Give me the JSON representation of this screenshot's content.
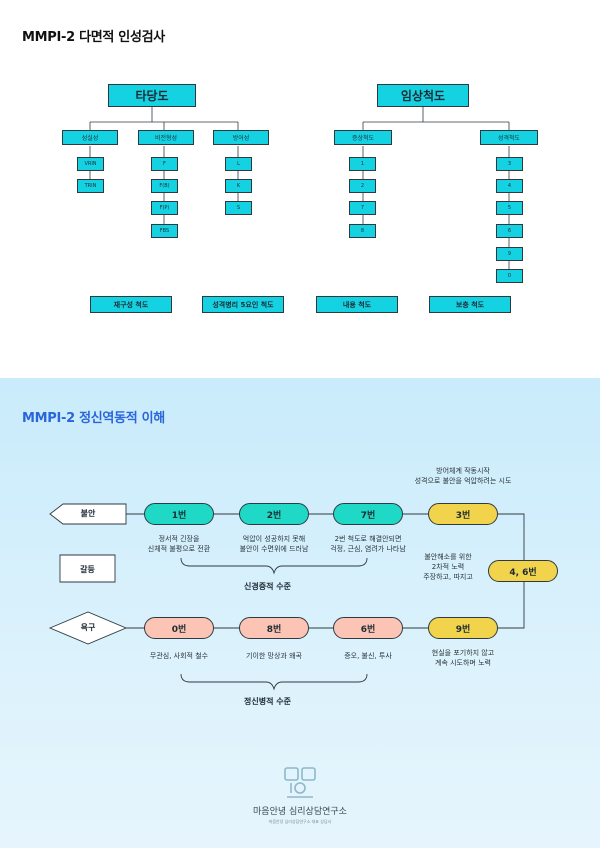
{
  "section1": {
    "title": "MMPI-2 다면적 인성검사",
    "validity": {
      "label": "타당도",
      "groups": [
        {
          "label": "성실성",
          "items": [
            "VRIN",
            "TRIN"
          ]
        },
        {
          "label": "비전형성",
          "items": [
            "F",
            "F(B)",
            "F(P)",
            "FBS"
          ]
        },
        {
          "label": "방어성",
          "items": [
            "L",
            "K",
            "S"
          ]
        }
      ]
    },
    "clinical": {
      "label": "임상척도",
      "groups": [
        {
          "label": "증상척도",
          "items": [
            "1",
            "2",
            "7",
            "8"
          ]
        },
        {
          "label": "성격척도",
          "items": [
            "3",
            "4",
            "5",
            "6",
            "9",
            "0"
          ]
        }
      ]
    },
    "bottom": [
      "재구성 척도",
      "성격병리 5요인 척도",
      "내용 척도",
      "보충 척도"
    ]
  },
  "section2": {
    "title": "MMPI-2 정신역동적 이해",
    "anxiety": "불안",
    "conflict": "갈등",
    "desire": "욕구",
    "top_row": [
      {
        "label": "1번",
        "desc": [
          "정서적 긴장을",
          "신체적 불평으로 전환"
        ]
      },
      {
        "label": "2번",
        "desc": [
          "억압이 성공하지 못해",
          "불안이 수면위에 드러남"
        ]
      },
      {
        "label": "7번",
        "desc": [
          "2번 척도로 해결안되면",
          "걱정, 근심, 염려가 나타남"
        ]
      },
      {
        "label": "3번",
        "desc": [
          "방어체계 작동시작",
          "성격으로 불안을 억압하려는 시도"
        ]
      }
    ],
    "middle": {
      "label": "4, 6번",
      "desc": [
        "불안해소를 위한",
        "2차적 노력",
        "주장하고, 따지고"
      ]
    },
    "bottom_row": [
      {
        "label": "0번",
        "desc": [
          "무관심, 사회적 철수"
        ]
      },
      {
        "label": "8번",
        "desc": [
          "기이한 망상과 왜곡"
        ]
      },
      {
        "label": "6번",
        "desc": [
          "증오, 불신, 투사"
        ]
      },
      {
        "label": "9번",
        "desc": [
          "현실을 포기하지 않고",
          "계속 시도하며 노력"
        ]
      }
    ],
    "neurotic_label": "신경증적 수준",
    "psychotic_label": "정신병적 수준"
  },
  "footer": {
    "name": "마음안녕 심리상담연구소",
    "sub": "마음안녕 심리상담연구소 대표 상담사"
  },
  "colors": {
    "node": "#15d2e3",
    "teal": "#1fd9c6",
    "pink": "#fbc4b4",
    "yellow": "#f1d44c",
    "title2": "#2a66d9"
  }
}
